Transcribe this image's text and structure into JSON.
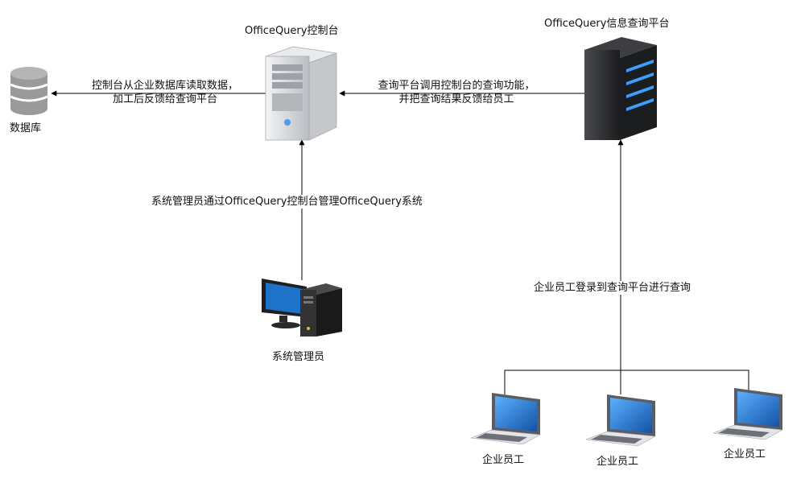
{
  "nodes": {
    "database": {
      "label": "数据库",
      "icon": "database-icon"
    },
    "console": {
      "title": "OfficeQuery控制台",
      "icon": "white-server-tower-icon"
    },
    "query_platform": {
      "title": "OfficeQuery信息查询平台",
      "icon": "black-server-tower-icon"
    },
    "admin": {
      "label": "系统管理员",
      "icon": "desktop-computer-icon"
    },
    "employees": [
      {
        "label": "企业员工",
        "icon": "laptop-icon"
      },
      {
        "label": "企业员工",
        "icon": "laptop-icon"
      },
      {
        "label": "企业员工",
        "icon": "laptop-icon"
      }
    ]
  },
  "edges": {
    "console_to_db": {
      "line1": "控制台从企业数据库读取数据，",
      "line2": "加工后反馈给查询平台"
    },
    "platform_to_console": {
      "line1": "查询平台调用控制台的查询功能，",
      "line2": "并把查询结果反馈给员工"
    },
    "admin_to_console": {
      "label": "系统管理员通过OfficeQuery控制台管理OfficeQuery系统"
    },
    "employees_to_platform": {
      "label": "企业员工登录到查询平台进行查询"
    }
  },
  "colors": {
    "line": "#000000",
    "db_gray": "#9a9a9a",
    "server_light": "#d4d6da",
    "server_dark": "#2a2b2d",
    "server_led": "#3aa0ff",
    "screen_blue": "#1f72c9"
  }
}
